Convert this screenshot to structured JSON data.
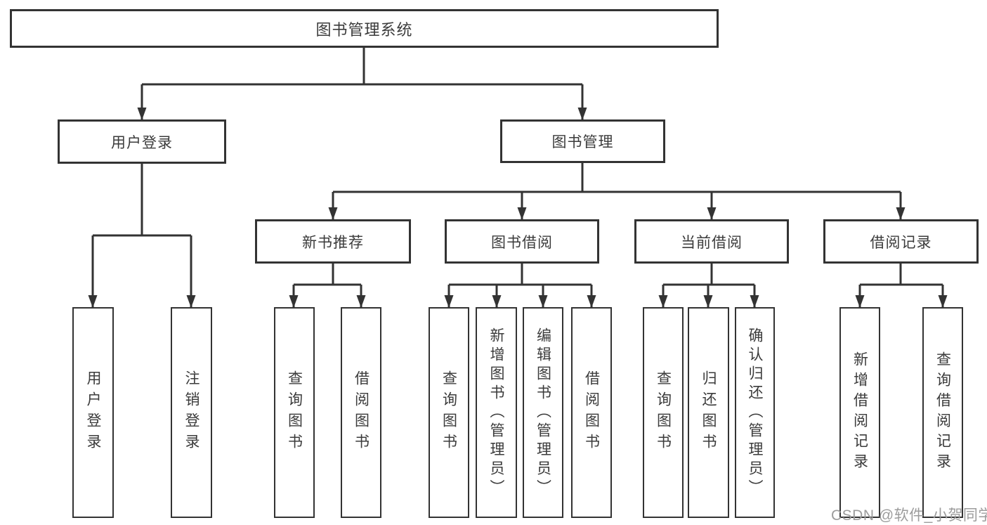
{
  "diagram": {
    "type": "hierarchy-tree",
    "colors": {
      "line": "#333333",
      "box_border": "#333333",
      "text": "#3b3b3b",
      "watermark": "#9c9c9c",
      "background": "#ffffff"
    },
    "nodes": {
      "root": {
        "label": "图书管理系统"
      },
      "level2": [
        {
          "label": "用户登录"
        },
        {
          "label": "图书管理"
        }
      ],
      "level3": [
        {
          "label": "新书推荐"
        },
        {
          "label": "图书借阅"
        },
        {
          "label": "当前借阅"
        },
        {
          "label": "借阅记录"
        }
      ],
      "leaves": [
        {
          "label": "用户登录"
        },
        {
          "label": "注销登录"
        },
        {
          "label": "查询图书"
        },
        {
          "label": "借阅图书"
        },
        {
          "label": "查询图书"
        },
        {
          "label": "新增图书（管理员）"
        },
        {
          "label": "编辑图书（管理员）"
        },
        {
          "label": "借阅图书"
        },
        {
          "label": "查询图书"
        },
        {
          "label": "归还图书"
        },
        {
          "label": "确认归还（管理员）"
        },
        {
          "label": "新增借阅记录"
        },
        {
          "label": "查询借阅记录"
        }
      ]
    },
    "edges": [
      {
        "from": "图书管理系统",
        "to": [
          "用户登录",
          "图书管理"
        ]
      },
      {
        "from": "用户登录",
        "to": [
          "用户登录",
          "注销登录"
        ]
      },
      {
        "from": "图书管理",
        "to": [
          "新书推荐",
          "图书借阅",
          "当前借阅",
          "借阅记录"
        ]
      },
      {
        "from": "新书推荐",
        "to": [
          "查询图书",
          "借阅图书"
        ]
      },
      {
        "from": "图书借阅",
        "to": [
          "查询图书",
          "新增图书（管理员）",
          "编辑图书（管理员）",
          "借阅图书"
        ]
      },
      {
        "from": "当前借阅",
        "to": [
          "查询图书",
          "归还图书",
          "确认归还（管理员）"
        ]
      },
      {
        "from": "借阅记录",
        "to": [
          "新增借阅记录",
          "查询借阅记录"
        ]
      }
    ]
  },
  "watermark": {
    "text": "CSDN @软件_小贺同学"
  }
}
